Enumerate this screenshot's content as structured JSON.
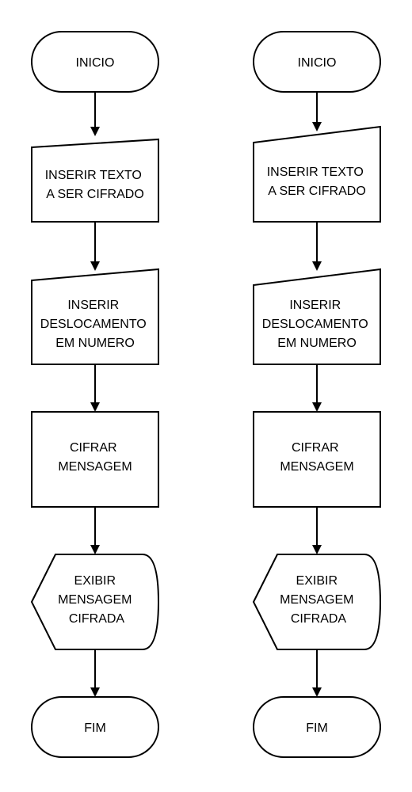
{
  "flowcharts": [
    {
      "start": "INICIO",
      "input_text": [
        "INSERIR TEXTO",
        "A SER CIFRADO"
      ],
      "input_shift": [
        "INSERIR",
        "DESLOCAMENTO",
        "EM NUMERO"
      ],
      "process": [
        "CIFRAR",
        "MENSAGEM"
      ],
      "display": [
        "EXIBIR",
        "MENSAGEM",
        "CIFRADA"
      ],
      "end": "FIM"
    },
    {
      "start": "INICIO",
      "input_text": [
        "INSERIR TEXTO",
        "A SER CIFRADO"
      ],
      "input_shift": [
        "INSERIR",
        "DESLOCAMENTO",
        "EM NUMERO"
      ],
      "process": [
        "CIFRAR",
        "MENSAGEM"
      ],
      "display": [
        "EXIBIR",
        "MENSAGEM",
        "CIFRADA"
      ],
      "end": "FIM"
    }
  ]
}
